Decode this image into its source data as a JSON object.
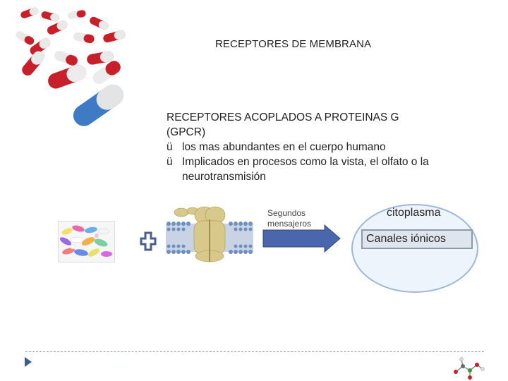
{
  "slide": {
    "title": "RECEPTORES DE MEMBRANA",
    "heading_line1": "RECEPTORES ACOPLADOS A PROTEINAS G",
    "heading_line2": "(GPCR)",
    "bullets": [
      {
        "check": "ü",
        "text": "los mas abundantes en el cuerpo humano"
      },
      {
        "check": "ü",
        "text": "Implicados en procesos como la vista, el olfato o la neurotransmisión"
      }
    ],
    "segundos_mensajeros": "Segundos mensajeros",
    "citoplasma": "citoplasma",
    "canales_ionicos": "Canales iónicos"
  },
  "colors": {
    "accent_blue": "#4472c4",
    "arrow_fill": "#4a66ac",
    "ellipse_stroke": "#9fb7d6",
    "plus_color": "#4a5d8f"
  }
}
